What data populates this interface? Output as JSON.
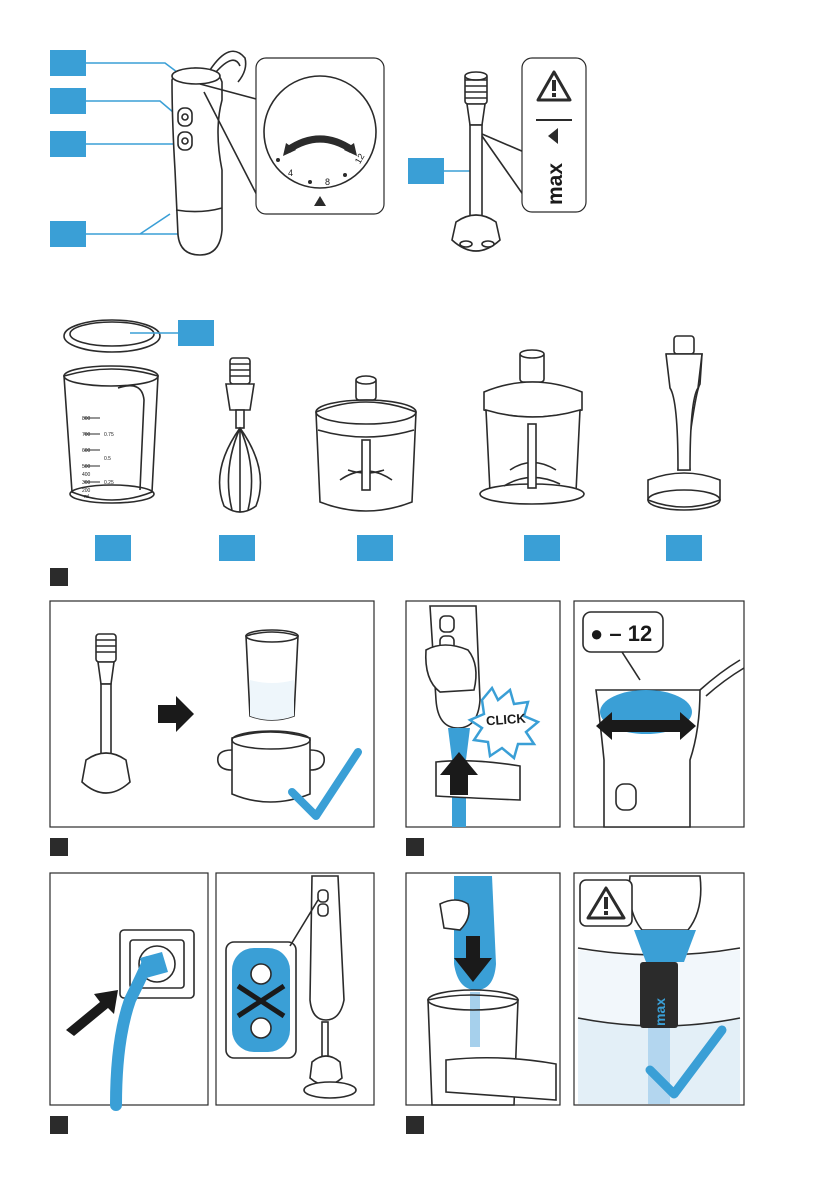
{
  "dial": {
    "numbers": [
      "4",
      "8",
      "12"
    ]
  },
  "warning": {
    "label": "max"
  },
  "step_speed": {
    "label": "● – 12"
  },
  "click_badge": "CLICK",
  "measure_marks": [
    "800",
    "700",
    "600",
    "500",
    "400",
    "300",
    "200",
    "ml",
    "0.75",
    "0.5",
    "0.25"
  ],
  "colors": {
    "accent": "#3a9fd6",
    "dark": "#2b2b2b"
  }
}
